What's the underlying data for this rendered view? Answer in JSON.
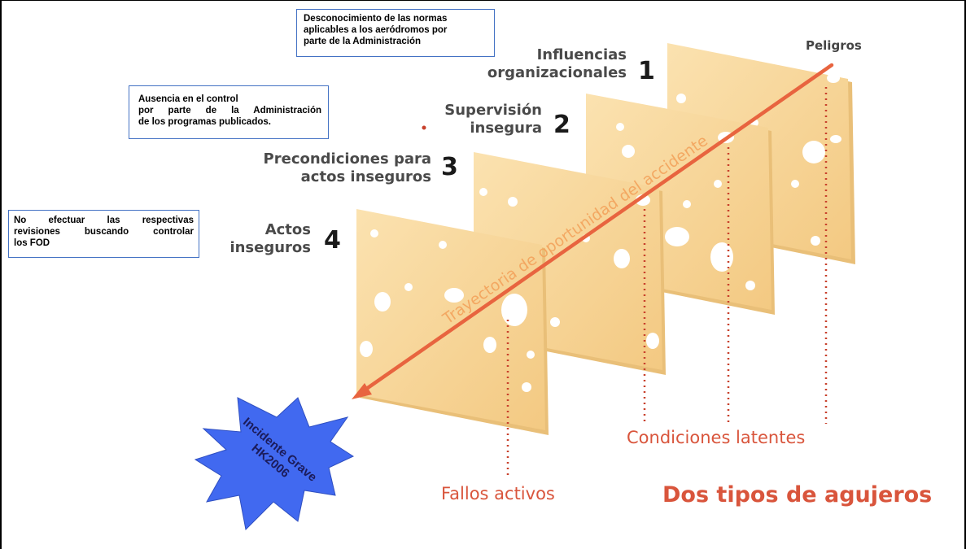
{
  "colors": {
    "cheese": "#f7d59a",
    "cheese_side": "#e9bf78",
    "accent_red": "#d9553c",
    "trajectory_arrow": "#e8643f",
    "star_fill": "#4169f0",
    "note_border": "#4472c4"
  },
  "notes": {
    "admin_norms": [
      "Desconocimiento de las normas",
      "aplicables a los aeródromos por",
      "parte de la Administración"
    ],
    "admin_control": [
      "Ausencia en el control",
      "por parte de la Administración",
      "de los programas publicados."
    ],
    "fod": [
      "No efectuar las respectivas",
      "revisiones buscando controlar",
      "los FOD"
    ]
  },
  "diagram": {
    "hazards": "Peligros",
    "layers": [
      {
        "number": "1",
        "title_lines": [
          "Influencias",
          "organizacionales"
        ]
      },
      {
        "number": "2",
        "title_lines": [
          "Supervisión",
          "insegura"
        ]
      },
      {
        "number": "3",
        "title_lines": [
          "Precondiciones para",
          "actos inseguros"
        ]
      },
      {
        "number": "4",
        "title_lines": [
          "Actos",
          "inseguros"
        ]
      }
    ],
    "trajectory": "Trayectoria de oportunidad del accidente",
    "latent_conditions": "Condiciones latentes",
    "active_failures": "Fallos activos",
    "two_types": "Dos tipos de agujeros",
    "incident": [
      "Incidente Grave",
      "HK2006"
    ]
  }
}
